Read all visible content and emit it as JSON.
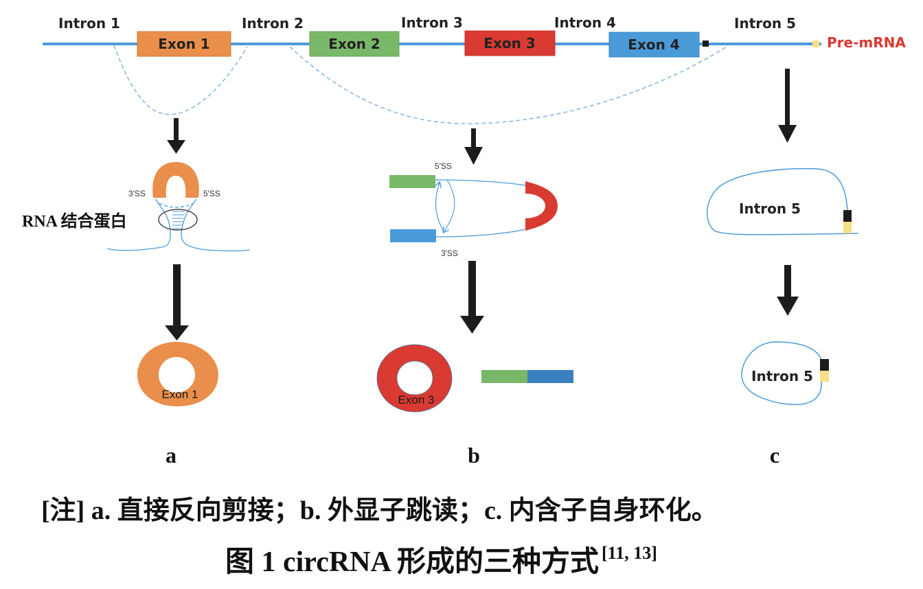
{
  "premrna": {
    "label": "Pre-mRNA",
    "introns": [
      "Intron 1",
      "Intron 2",
      "Intron 3",
      "Intron 4",
      "Intron 5"
    ],
    "exons": [
      {
        "label": "Exon 1",
        "color": "#e98e4b"
      },
      {
        "label": "Exon 2",
        "color": "#79b868"
      },
      {
        "label": "Exon 3",
        "color": "#d93a32"
      },
      {
        "label": "Exon 4",
        "color": "#4a9ad8"
      }
    ]
  },
  "colors": {
    "strand": "#4a9ad8",
    "dashed": "#8ab8e0",
    "label_red": "#d93a32",
    "marker_black": "#1c1c1c",
    "marker_yellow": "#f6df86",
    "arrow": "#1c1c1c"
  },
  "panel_a": {
    "ss3": "3′SS",
    "ss5": "5′SS",
    "rbp_label": "RNA 结合蛋白",
    "circle_label": "Exon 1",
    "tag": "a"
  },
  "panel_b": {
    "ss5": "5′SS",
    "ss3": "3′SS",
    "circle_label": "Exon 3",
    "tag": "b"
  },
  "panel_c": {
    "lariat_label": "Intron 5",
    "circle_label": "Intron 5",
    "tag": "c"
  },
  "note": "[注] a. 直接反向剪接；b. 外显子跳读；c. 内含子自身环化。",
  "caption": {
    "text": "图 1  circRNA 形成的三种方式",
    "refs": "[11, 13]"
  }
}
